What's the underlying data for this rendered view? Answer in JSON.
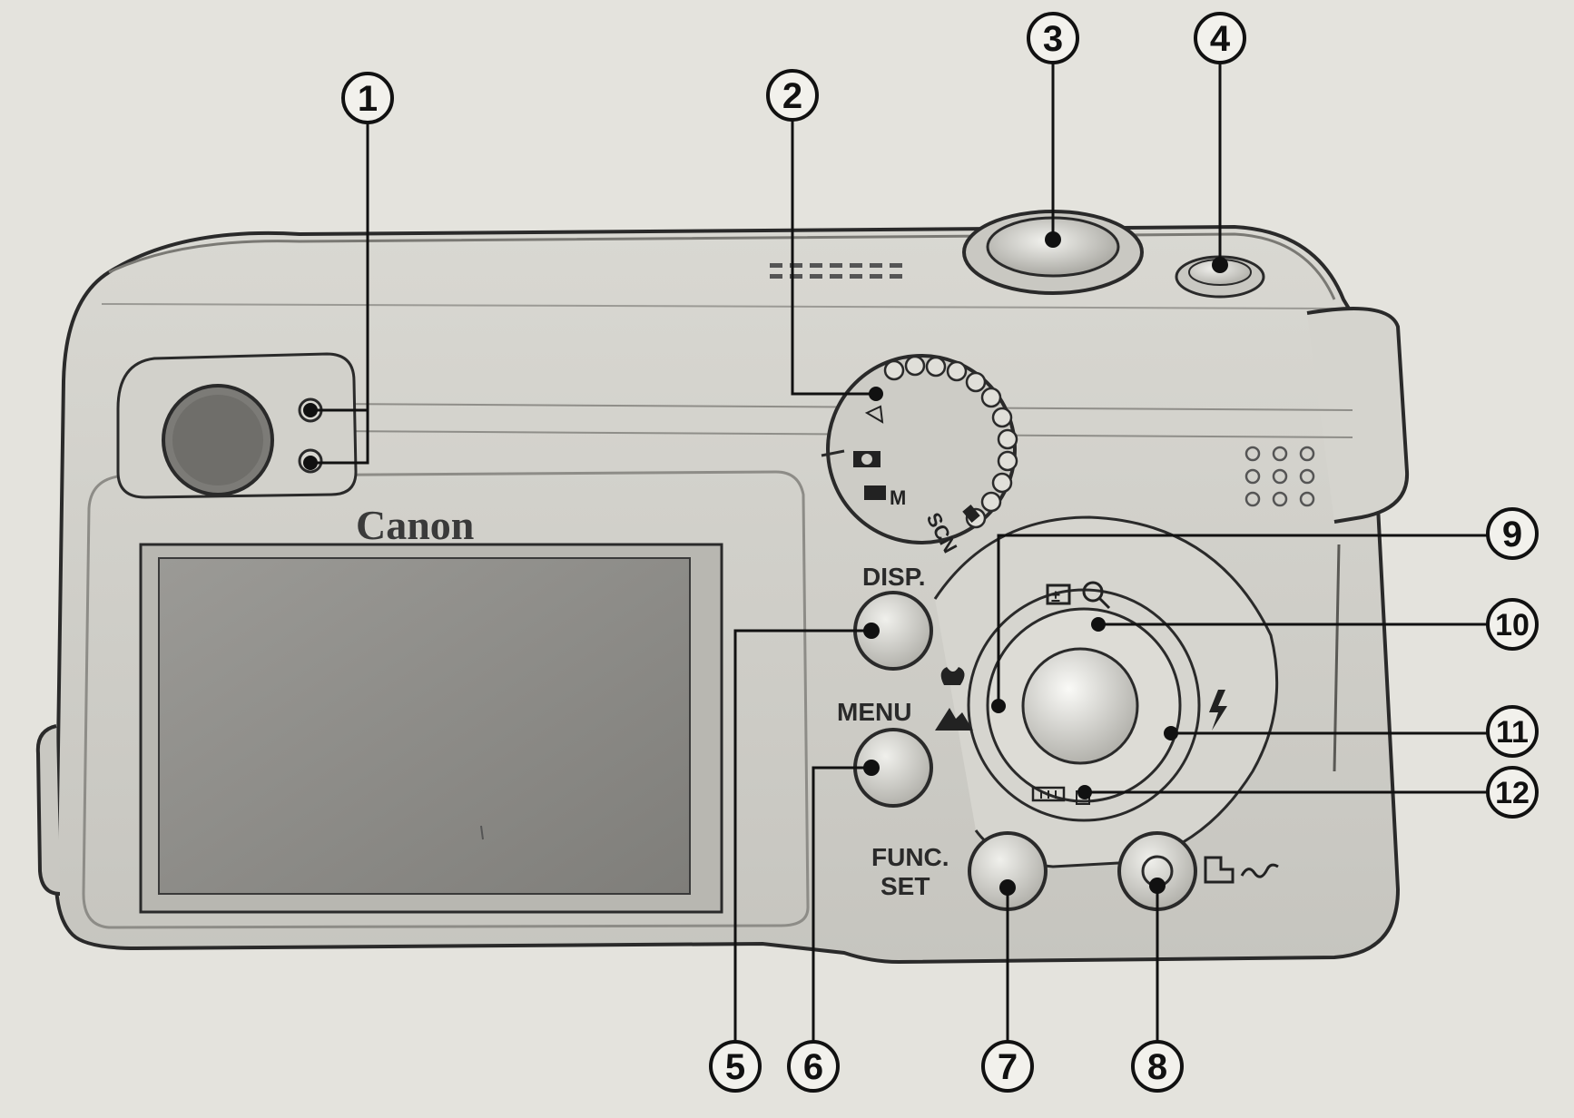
{
  "camera": {
    "brand_logo": "Canon",
    "buttons": {
      "disp_label": "DISP.",
      "menu_label": "MENU",
      "func_label_line1": "FUNC.",
      "func_label_line2": "SET"
    },
    "mode_dial": {
      "scn_label": "SCN",
      "m_label": "M"
    }
  },
  "callouts": [
    {
      "label": "1",
      "target": "viewfinder-indicator-lamps"
    },
    {
      "label": "2",
      "target": "mode-dial"
    },
    {
      "label": "3",
      "target": "shutter-button"
    },
    {
      "label": "4",
      "target": "power-button"
    },
    {
      "label": "5",
      "target": "disp-button"
    },
    {
      "label": "6",
      "target": "menu-button"
    },
    {
      "label": "7",
      "target": "func-set-button"
    },
    {
      "label": "8",
      "target": "print-share-button"
    },
    {
      "label": "9",
      "target": "left-button-macro-infinity"
    },
    {
      "label": "10",
      "target": "up-button-exposure-zoom"
    },
    {
      "label": "11",
      "target": "right-button-flash"
    },
    {
      "label": "12",
      "target": "down-button-drive-erase"
    }
  ],
  "colors": {
    "background": "#e4e3dd",
    "body": "#cfcec8",
    "body_dark": "#9a9994",
    "screen": "#8d8c88",
    "ink": "#111111"
  }
}
